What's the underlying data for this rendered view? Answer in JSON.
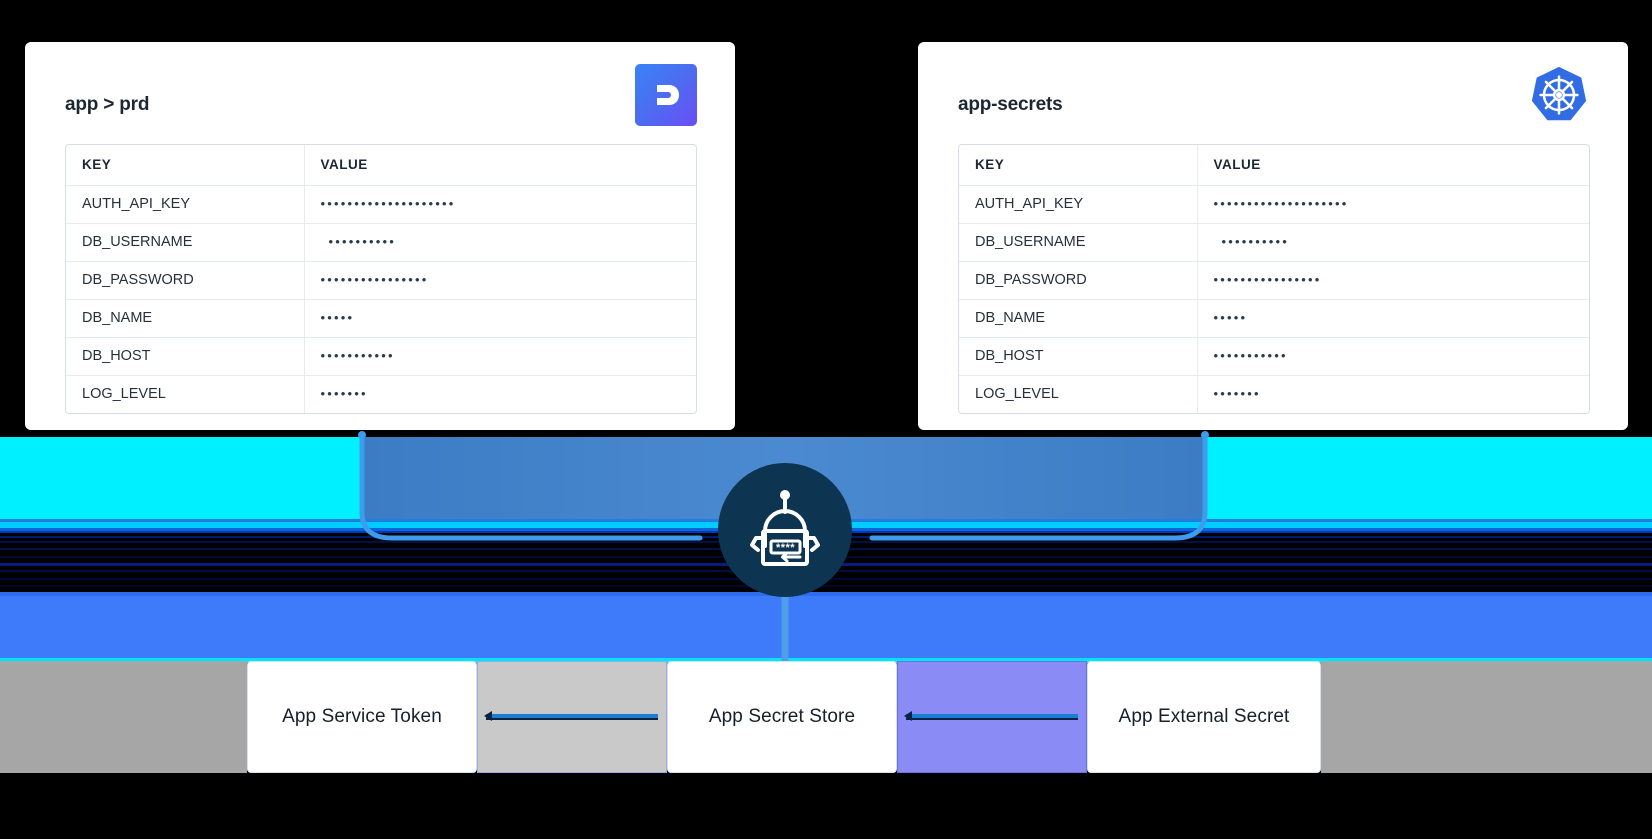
{
  "background": {
    "page_color": "#000000",
    "cyan": "#00f0ff",
    "steel_blue": "#3b7cc4",
    "bright_blue": "#3d7bfb"
  },
  "cards": [
    {
      "title": "app > prd",
      "logo": "doppler-logo",
      "logo_colors": [
        "#3b82f6",
        "#6b4df5"
      ],
      "columns": [
        "KEY",
        "VALUE"
      ],
      "rows": [
        {
          "key": "AUTH_API_KEY",
          "value": "••••••••••••••••••••",
          "indent": false
        },
        {
          "key": "DB_USERNAME",
          "value": "••••••••••",
          "indent": true
        },
        {
          "key": "DB_PASSWORD",
          "value": "••••••••••••••••",
          "indent": false
        },
        {
          "key": "DB_NAME",
          "value": "•••••",
          "indent": false
        },
        {
          "key": "DB_HOST",
          "value": "•••••••••••",
          "indent": false
        },
        {
          "key": "LOG_LEVEL",
          "value": "•••••••",
          "indent": false
        }
      ]
    },
    {
      "title": "app-secrets",
      "logo": "kubernetes-logo",
      "logo_colors": [
        "#326ce5",
        "#ffffff"
      ],
      "columns": [
        "KEY",
        "VALUE"
      ],
      "rows": [
        {
          "key": "AUTH_API_KEY",
          "value": "••••••••••••••••••••",
          "indent": false
        },
        {
          "key": "DB_USERNAME",
          "value": "••••••••••",
          "indent": true
        },
        {
          "key": "DB_PASSWORD",
          "value": "••••••••••••••••",
          "indent": false
        },
        {
          "key": "DB_NAME",
          "value": "•••••",
          "indent": false
        },
        {
          "key": "DB_HOST",
          "value": "•••••••••••",
          "indent": false
        },
        {
          "key": "LOG_LEVEL",
          "value": "•••••••",
          "indent": false
        }
      ]
    }
  ],
  "center_badge": {
    "icon": "robot-password-icon",
    "password_mask": "****",
    "circle_color": "#0d3450"
  },
  "bottom_row": [
    {
      "type": "spacer",
      "label": "",
      "fill": "#a6a6a6"
    },
    {
      "type": "node",
      "label": "App  Service Token",
      "fill": "#ffffff"
    },
    {
      "type": "connector",
      "label": "",
      "fill": "#c9c9c9"
    },
    {
      "type": "node",
      "label": "App Secret Store",
      "fill": "#ffffff"
    },
    {
      "type": "connector",
      "label": "",
      "fill": "#8b8bf5"
    },
    {
      "type": "node",
      "label": "App External Secret",
      "fill": "#ffffff"
    },
    {
      "type": "spacer",
      "label": "",
      "fill": "#a6a6a6"
    }
  ]
}
